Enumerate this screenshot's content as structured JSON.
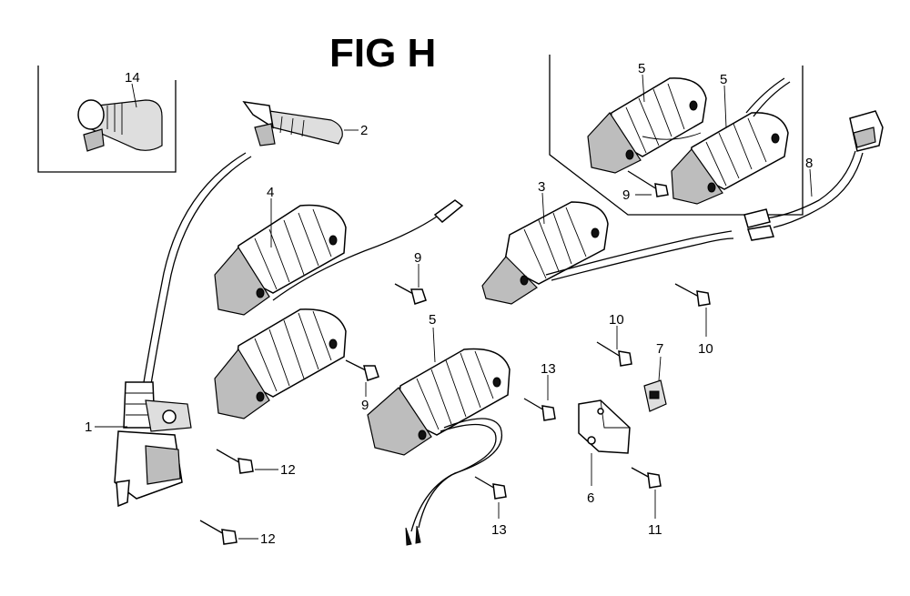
{
  "figure": {
    "title": "FIG H"
  },
  "callouts": {
    "c1": "1",
    "c2": "2",
    "c3": "3",
    "c4": "4",
    "c5a": "5",
    "c5b": "5",
    "c5c": "5",
    "c6": "6",
    "c7": "7",
    "c8": "8",
    "c9a": "9",
    "c9b": "9",
    "c9c": "9",
    "c10a": "10",
    "c10b": "10",
    "c11": "11",
    "c12a": "12",
    "c12b": "12",
    "c13a": "13",
    "c13b": "13",
    "c14": "14"
  }
}
